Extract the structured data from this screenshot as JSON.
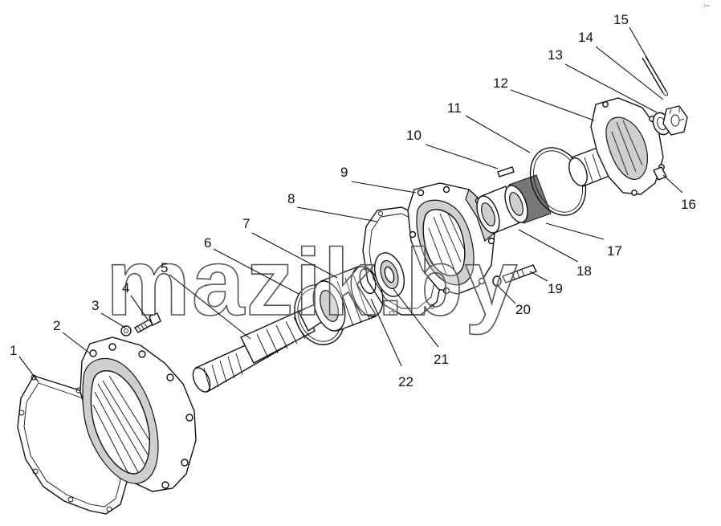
{
  "watermark": "mazik.by",
  "corner_mark": "ƒ•••",
  "callouts": [
    {
      "id": "1",
      "label": "1"
    },
    {
      "id": "2",
      "label": "2"
    },
    {
      "id": "3",
      "label": "3"
    },
    {
      "id": "4",
      "label": "4"
    },
    {
      "id": "5",
      "label": "5"
    },
    {
      "id": "6",
      "label": "6"
    },
    {
      "id": "7",
      "label": "7"
    },
    {
      "id": "8",
      "label": "8"
    },
    {
      "id": "9",
      "label": "9"
    },
    {
      "id": "10",
      "label": "10"
    },
    {
      "id": "11",
      "label": "11"
    },
    {
      "id": "12",
      "label": "12"
    },
    {
      "id": "13",
      "label": "13"
    },
    {
      "id": "14",
      "label": "14"
    },
    {
      "id": "15",
      "label": "15"
    },
    {
      "id": "16",
      "label": "16"
    },
    {
      "id": "17",
      "label": "17"
    },
    {
      "id": "18",
      "label": "18"
    },
    {
      "id": "19",
      "label": "19"
    },
    {
      "id": "20",
      "label": "20"
    },
    {
      "id": "21",
      "label": "21"
    },
    {
      "id": "22",
      "label": "22"
    }
  ],
  "parts": [
    {
      "id": "gasket-large",
      "icon": "gasket-icon"
    },
    {
      "id": "housing-cover",
      "icon": "housing-icon"
    },
    {
      "id": "washer",
      "icon": "washer-icon"
    },
    {
      "id": "bolt",
      "icon": "bolt-icon"
    },
    {
      "id": "splined-shaft",
      "icon": "shaft-icon"
    },
    {
      "id": "snap-ring",
      "icon": "ring-icon"
    },
    {
      "id": "roller-bearing",
      "icon": "bearing-icon"
    },
    {
      "id": "gasket-small",
      "icon": "gasket-icon"
    },
    {
      "id": "bearing-housing",
      "icon": "housing-icon"
    },
    {
      "id": "pin",
      "icon": "pin-icon"
    },
    {
      "id": "retaining-ring",
      "icon": "ring-icon"
    },
    {
      "id": "flange",
      "icon": "flange-icon"
    },
    {
      "id": "washer-lock",
      "icon": "washer-icon"
    },
    {
      "id": "castle-nut",
      "icon": "nut-icon"
    },
    {
      "id": "cotter-pin",
      "icon": "pin-icon"
    },
    {
      "id": "seal",
      "icon": "seal-icon"
    },
    {
      "id": "stud",
      "icon": "bolt-icon"
    },
    {
      "id": "spring-washer",
      "icon": "washer-icon"
    },
    {
      "id": "oil-seal",
      "icon": "seal-icon"
    }
  ]
}
